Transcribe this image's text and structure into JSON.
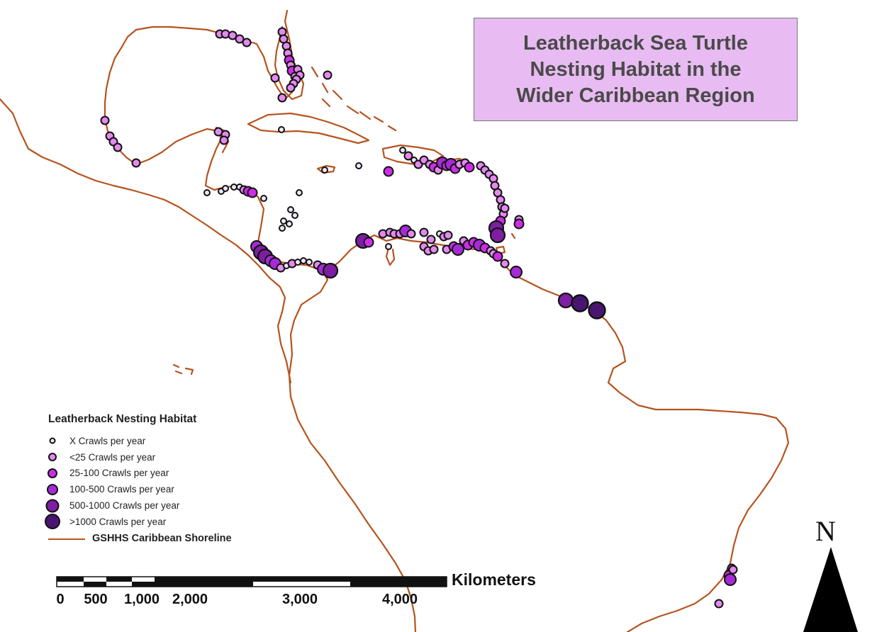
{
  "title": {
    "line1": "Leatherback Sea Turtle",
    "line2": "Nesting Habitat in the",
    "line3": "Wider Caribbean Region"
  },
  "legend": {
    "title": "Leatherback Nesting Habitat",
    "classes": [
      {
        "label": "X Crawls per year",
        "fill": "#f0e6f8"
      },
      {
        "label": "<25 Crawls per year",
        "fill": "#e389ef"
      },
      {
        "label": "25-100 Crawls per year",
        "fill": "#cc2ee6"
      },
      {
        "label": "100-500 Crawls per year",
        "fill": "#a62ad6"
      },
      {
        "label": "500-1000 Crawls per year",
        "fill": "#7d1ea3"
      },
      {
        "label": ">1000 Crawls per year",
        "fill": "#4a1570"
      }
    ],
    "shoreline_label": "GSHHS Caribbean Shoreline"
  },
  "scale_bar": {
    "unit": "Kilometers",
    "ticks": [
      "0",
      "500",
      "1,000",
      "2,000",
      "3,000",
      "4,000"
    ]
  },
  "north_arrow": {
    "letter": "N"
  },
  "colors": {
    "shoreline": "#b5531f",
    "title_fill": "#e8bcf2",
    "outline": "#111111"
  }
}
